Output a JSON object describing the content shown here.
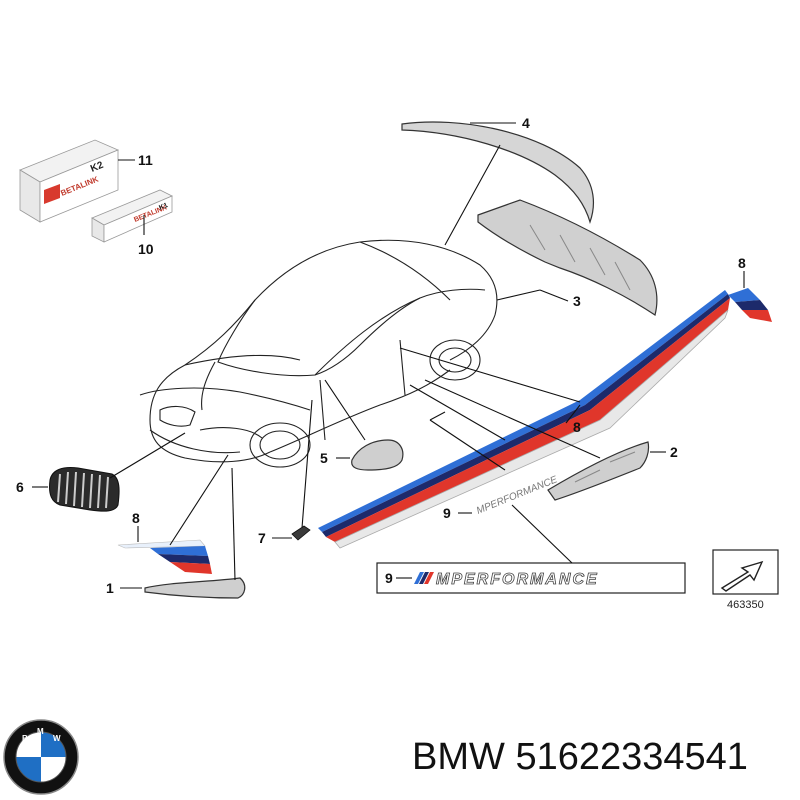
{
  "callouts": {
    "c1": "1",
    "c2": "2",
    "c3": "3",
    "c4": "4",
    "c5": "5",
    "c6": "6",
    "c7": "7",
    "c8a": "8",
    "c8b": "8",
    "c8c": "8",
    "c9a": "9",
    "c9b": "9",
    "c10": "10",
    "c11": "11"
  },
  "box_text": {
    "k2_brand": "BETALINK",
    "k2_model": "K2",
    "k1_brand": "BETALINK",
    "k1_model": "K1"
  },
  "decal_text": "MPERFORMANCE",
  "reference_number": "463350",
  "footer": {
    "brand": "BMW",
    "part_number": "51622334541"
  },
  "colors": {
    "m_blue": "#2f6fd6",
    "m_navy": "#1d2a6b",
    "m_red": "#e0362b",
    "part_grey": "#cfcfcf"
  }
}
